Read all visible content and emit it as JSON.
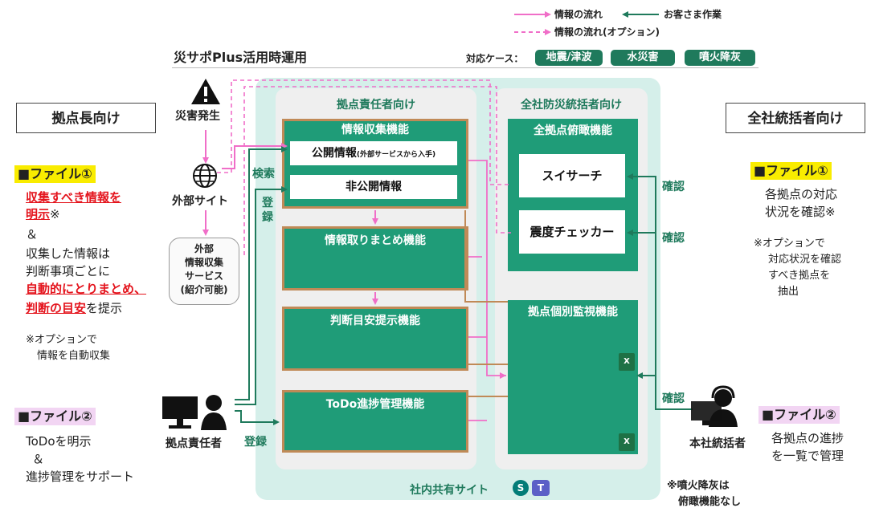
{
  "legend": {
    "info_flow": "情報の流れ",
    "customer_work": "お客さま作業",
    "info_flow_option": "情報の流れ(オプション)"
  },
  "title": "災サポPlus活用時運用",
  "cases": {
    "label": "対応ケース：",
    "items": [
      "地震/津波",
      "水災害",
      "噴火降灰"
    ]
  },
  "left": {
    "header": "拠点長向け",
    "file1": "■ファイル①",
    "file1_red1": "収集すべき情報を",
    "file1_red2": "明示",
    "file1_mark": "※",
    "amp1": "＆",
    "file1_line3": "収集した情報は",
    "file1_line4": "判断事項ごとに",
    "file1_red3": "自動的にとりまとめ、",
    "file1_red4": "判断の目安",
    "file1_line6_tail": "を提示",
    "note1": "※オプションで",
    "note2": "情報を自動収集",
    "file2": "■ファイル②",
    "file2_line1": "ToDoを明示",
    "amp2": "＆",
    "file2_line2": "進捗管理をサポート"
  },
  "flow": {
    "disaster": "災害発生",
    "external_site": "外部サイト",
    "ext_service_1": "外部",
    "ext_service_2": "情報収集",
    "ext_service_3": "サービス",
    "ext_service_4": "(紹介可能)",
    "search": "検索",
    "register1": "登",
    "register1b": "録",
    "register2": "登録",
    "base_person": "拠点責任者",
    "hq_person": "本社統括者",
    "confirm1": "確認",
    "confirm2": "確認",
    "confirm3": "確認"
  },
  "base_panel": {
    "title": "拠点責任者向け",
    "collect": "情報収集機能",
    "public": "公開情報",
    "public_sub": "(外部サービスから入手)",
    "nonpublic": "非公開情報",
    "summarize": "情報取りまとめ機能",
    "judge": "判断目安提示機能",
    "todo": "ToDo進捗管理機能"
  },
  "corp_panel": {
    "title": "全社防災統括者向け",
    "overview": "全拠点俯瞰機能",
    "sysearch": "スイサーチ",
    "quake": "震度チェッカー",
    "monitor": "拠点個別監視機能"
  },
  "shared_site": "社内共有サイト",
  "right": {
    "header": "全社統括者向け",
    "file1": "■ファイル①",
    "line1": "各拠点の対応",
    "line2": "状況を確認※",
    "note1": "※オプションで",
    "note2": "対応状況を確認",
    "note3": "すべき拠点を",
    "note4": "抽出",
    "file2": "■ファイル②",
    "line3": "各拠点の進捗",
    "line4": "を一覧で管理"
  },
  "bottom_note1": "※噴火降灰は",
  "bottom_note2": "俯瞰機能なし",
  "colors": {
    "green": "#1f9c78",
    "dark_green": "#1f7a5c",
    "pink": "#f06ec8",
    "red": "#e4141d"
  }
}
